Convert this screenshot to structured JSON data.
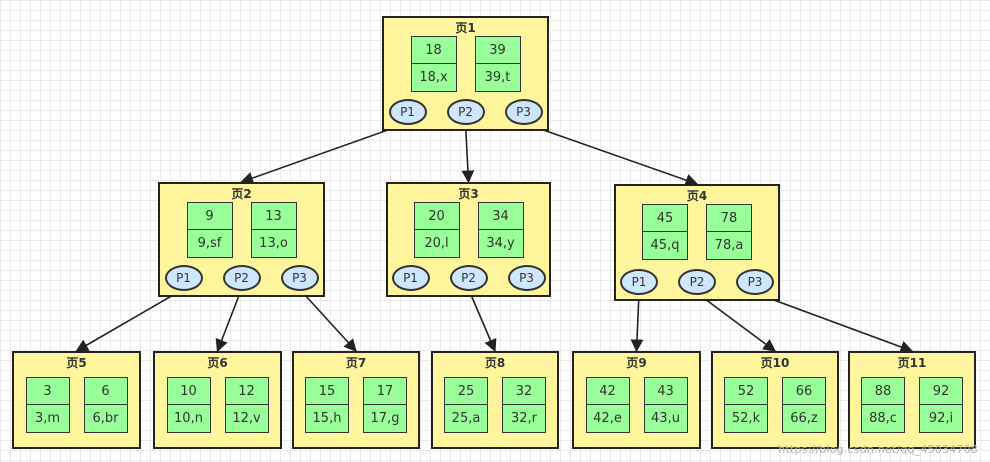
{
  "pages": [
    {
      "id": "p1",
      "title": "页1",
      "keys": [
        {
          "value": "18",
          "data": "18,x"
        },
        {
          "value": "39",
          "data": "39,t"
        }
      ],
      "pointers": [
        "P1",
        "P2",
        "P3"
      ]
    },
    {
      "id": "p2",
      "title": "页2",
      "keys": [
        {
          "value": "9",
          "data": "9,sf"
        },
        {
          "value": "13",
          "data": "13,o"
        }
      ],
      "pointers": [
        "P1",
        "P2",
        "P3"
      ]
    },
    {
      "id": "p3",
      "title": "页3",
      "keys": [
        {
          "value": "20",
          "data": "20,l"
        },
        {
          "value": "34",
          "data": "34,y"
        }
      ],
      "pointers": [
        "P1",
        "P2",
        "P3"
      ]
    },
    {
      "id": "p4",
      "title": "页4",
      "keys": [
        {
          "value": "45",
          "data": "45,q"
        },
        {
          "value": "78",
          "data": "78,a"
        }
      ],
      "pointers": [
        "P1",
        "P2",
        "P3"
      ]
    },
    {
      "id": "p5",
      "title": "页5",
      "keys": [
        {
          "value": "3",
          "data": "3,m"
        },
        {
          "value": "6",
          "data": "6,br"
        }
      ]
    },
    {
      "id": "p6",
      "title": "页6",
      "keys": [
        {
          "value": "10",
          "data": "10,n"
        },
        {
          "value": "12",
          "data": "12,v"
        }
      ]
    },
    {
      "id": "p7",
      "title": "页7",
      "keys": [
        {
          "value": "15",
          "data": "15,h"
        },
        {
          "value": "17",
          "data": "17,g"
        }
      ]
    },
    {
      "id": "p8",
      "title": "页8",
      "keys": [
        {
          "value": "25",
          "data": "25,a"
        },
        {
          "value": "32",
          "data": "32,r"
        }
      ]
    },
    {
      "id": "p9",
      "title": "页9",
      "keys": [
        {
          "value": "42",
          "data": "42,e"
        },
        {
          "value": "43",
          "data": "43,u"
        }
      ]
    },
    {
      "id": "p10",
      "title": "页10",
      "keys": [
        {
          "value": "52",
          "data": "52,k"
        },
        {
          "value": "66",
          "data": "66,z"
        }
      ]
    },
    {
      "id": "p11",
      "title": "页11",
      "keys": [
        {
          "value": "88",
          "data": "88,c"
        },
        {
          "value": "92",
          "data": "92,i"
        }
      ]
    }
  ],
  "edges": [
    {
      "from": "p1",
      "ptr": 0,
      "to": "p2"
    },
    {
      "from": "p1",
      "ptr": 1,
      "to": "p3"
    },
    {
      "from": "p1",
      "ptr": 2,
      "to": "p4"
    },
    {
      "from": "p2",
      "ptr": 0,
      "to": "p5"
    },
    {
      "from": "p2",
      "ptr": 1,
      "to": "p6"
    },
    {
      "from": "p2",
      "ptr": 2,
      "to": "p7"
    },
    {
      "from": "p3",
      "ptr": 1,
      "to": "p8"
    },
    {
      "from": "p4",
      "ptr": 0,
      "to": "p9"
    },
    {
      "from": "p4",
      "ptr": 1,
      "to": "p10"
    },
    {
      "from": "p4",
      "ptr": 2,
      "to": "p11"
    }
  ],
  "watermark": "https://blog.csdn.net/qq_45034708"
}
